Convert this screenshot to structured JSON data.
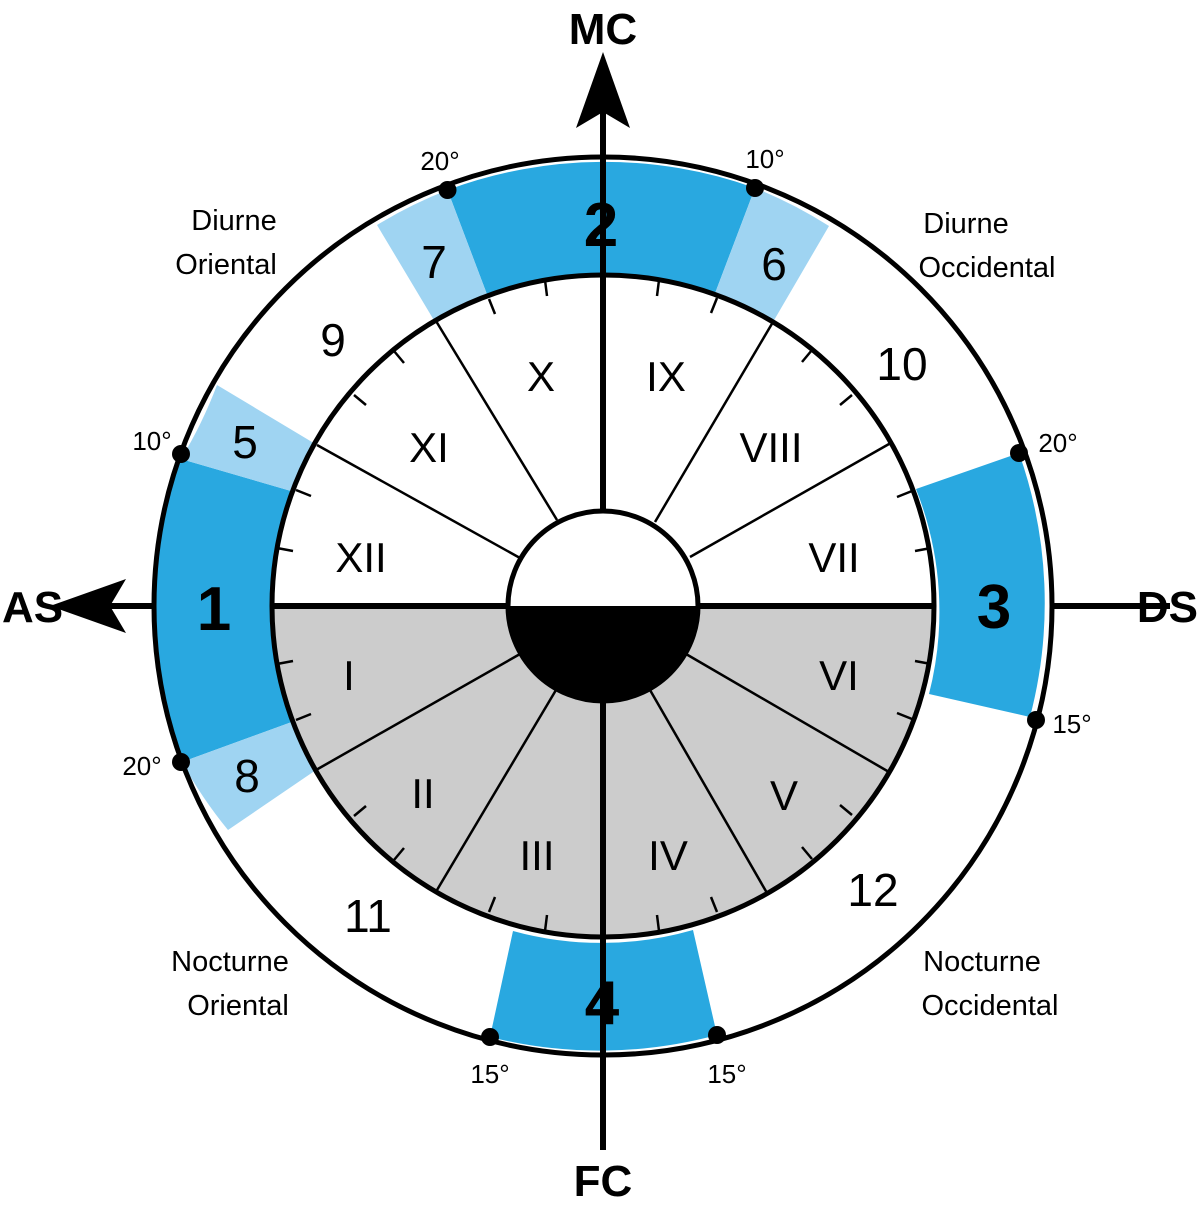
{
  "axes": {
    "mc": "MC",
    "fc": "FC",
    "as": "AS",
    "ds": "DS"
  },
  "quadrants": {
    "diurne_oriental": [
      "Diurne",
      "Oriental"
    ],
    "diurne_occidental": [
      "Diurne",
      "Occidental"
    ],
    "nocturne_oriental": [
      "Nocturne",
      "Oriental"
    ],
    "nocturne_occidental": [
      "Nocturne",
      "Occidental"
    ]
  },
  "outer_numbers": {
    "n1": "1",
    "n2": "2",
    "n3": "3",
    "n4": "4",
    "n5": "5",
    "n6": "6",
    "n7": "7",
    "n8": "8",
    "n9": "9",
    "n10": "10",
    "n11": "11",
    "n12": "12"
  },
  "houses": {
    "I": "I",
    "II": "II",
    "III": "III",
    "IV": "IV",
    "V": "V",
    "VI": "VI",
    "VII": "VII",
    "VIII": "VIII",
    "IX": "IX",
    "X": "X",
    "XI": "XI",
    "XII": "XII"
  },
  "degree_markers": {
    "top_left": "20°",
    "top_right": "10°",
    "left_upper": "10°",
    "left_lower": "20°",
    "right_upper": "20°",
    "right_lower": "15°",
    "bottom_left": "15°",
    "bottom_right": "15°"
  },
  "colors": {
    "strong_blue": "#29a8e0",
    "light_blue": "#9fd4f2",
    "night_gray": "#cccccc",
    "ink": "#000000"
  }
}
